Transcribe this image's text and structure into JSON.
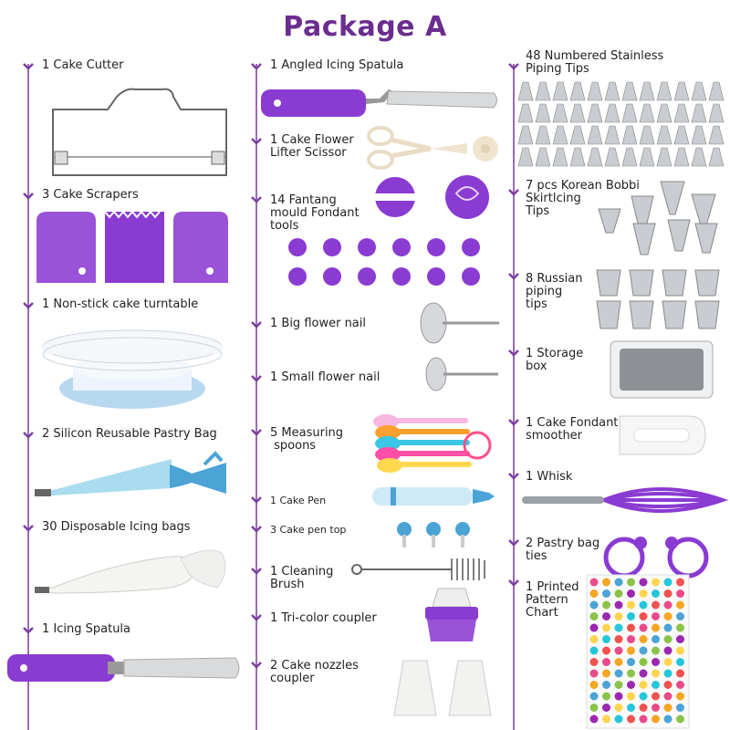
{
  "title": "Package A",
  "colors": {
    "accent": "#6b2d8f",
    "purple": "#8a3bd1",
    "line": "#9b6bb3"
  },
  "col1": [
    {
      "label": "1 Cake Cutter"
    },
    {
      "label": "3 Cake Scrapers"
    },
    {
      "label": "1 Non-stick cake turntable"
    },
    {
      "label": "2 Silicon Reusable Pastry Bag"
    },
    {
      "label": "30 Disposable Icing bags"
    },
    {
      "label": "1 Icing Spatula"
    }
  ],
  "col2": [
    {
      "label": "1 Angled Icing Spatula"
    },
    {
      "label": "1 Cake Flower\nLifter Scissor"
    },
    {
      "label": "14 Fantang\nmould Fondant\ntools"
    },
    {
      "label": "1 Big flower nail"
    },
    {
      "label": "1 Small flower nail"
    },
    {
      "label": "5 Measuring\n spoons"
    },
    {
      "label": "1 Cake Pen"
    },
    {
      "label": "3 Cake pen top"
    },
    {
      "label": "1 Cleaning\nBrush"
    },
    {
      "label": "1 Tri-color coupler"
    },
    {
      "label": "2 Cake nozzles\ncoupler"
    }
  ],
  "col3": [
    {
      "label": "48 Numbered Stainless\nPiping Tips"
    },
    {
      "label": "7 pcs Korean Bobbi\nSkirtlcing\nTips"
    },
    {
      "label": "8 Russian\npiping\ntips"
    },
    {
      "label": "1 Storage\nbox"
    },
    {
      "label": "1 Cake Fondant\nsmoother"
    },
    {
      "label": "1 Whisk"
    },
    {
      "label": "2 Pastry bag\nties"
    },
    {
      "label": "1 Printed\nPattern\nChart"
    }
  ]
}
